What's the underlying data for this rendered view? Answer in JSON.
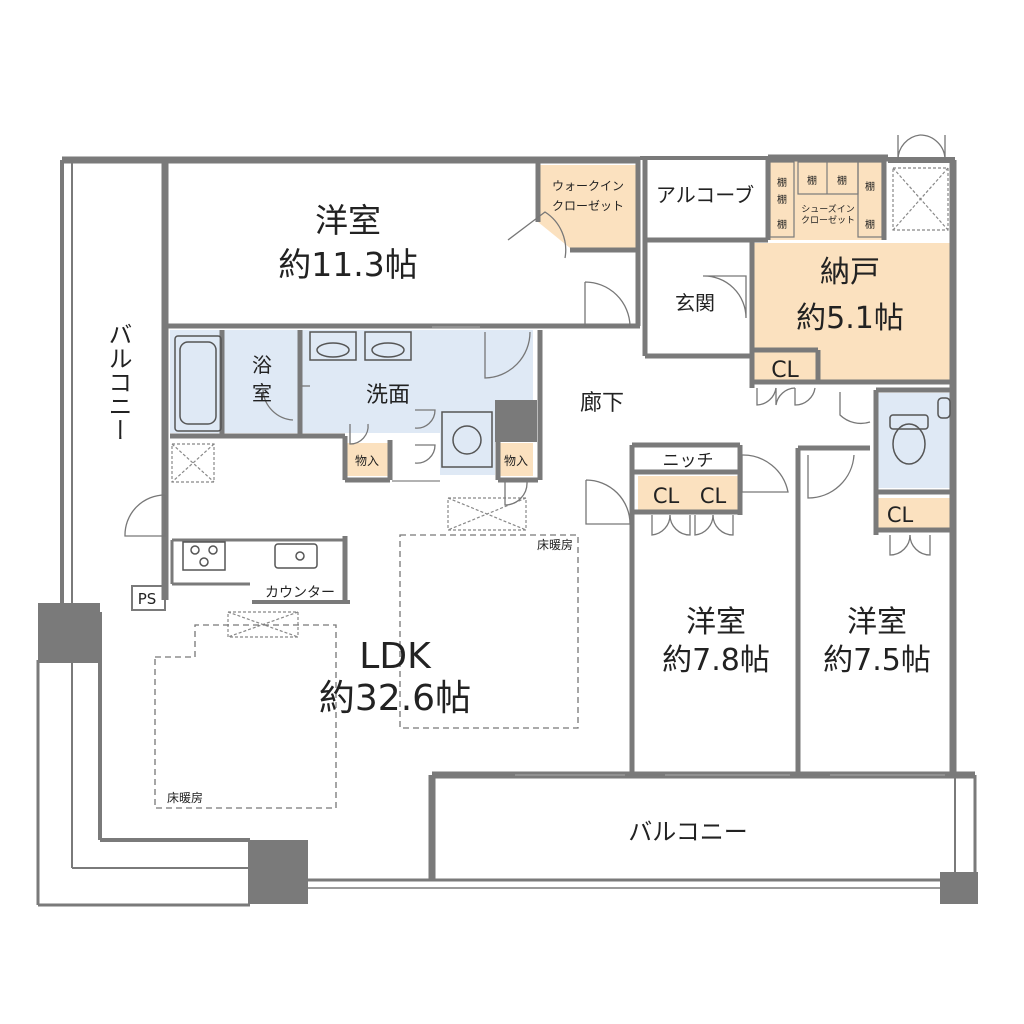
{
  "colors": {
    "wall": "#7a7a7a",
    "wet_area": "#dfe9f5",
    "storage": "#fbe1bf",
    "room": "#ffffff",
    "text": "#222222"
  },
  "rooms": {
    "western_room_large": {
      "name": "洋室",
      "area": "約11.3帖"
    },
    "walk_in_closet": {
      "line1": "ウォークイン",
      "line2": "クローゼット"
    },
    "alcove": {
      "name": "アルコーブ"
    },
    "shoes_closet": {
      "line1": "シューズイン",
      "line2": "クローゼット",
      "shelf": "棚"
    },
    "entrance": {
      "name": "玄関"
    },
    "storeroom": {
      "name": "納戸",
      "area": "約5.1帖"
    },
    "bathroom": {
      "line1": "浴",
      "line2": "室"
    },
    "washroom": {
      "name": "洗面"
    },
    "hallway": {
      "name": "廊下"
    },
    "storage_small": {
      "name": "物入"
    },
    "niche": {
      "name": "ニッチ"
    },
    "closet": {
      "name": "CL"
    },
    "ldk": {
      "name": "LDK",
      "area": "約32.6帖"
    },
    "western_room_mid": {
      "name": "洋室",
      "area": "約7.8帖"
    },
    "western_room_right": {
      "name": "洋室",
      "area": "約7.5帖"
    },
    "balcony_left": {
      "name": "バルコニー"
    },
    "balcony_bottom": {
      "name": "バルコニー"
    },
    "counter": {
      "name": "カウンター"
    },
    "pipe_space": {
      "name": "PS"
    },
    "floor_heating": {
      "name": "床暖房"
    }
  }
}
